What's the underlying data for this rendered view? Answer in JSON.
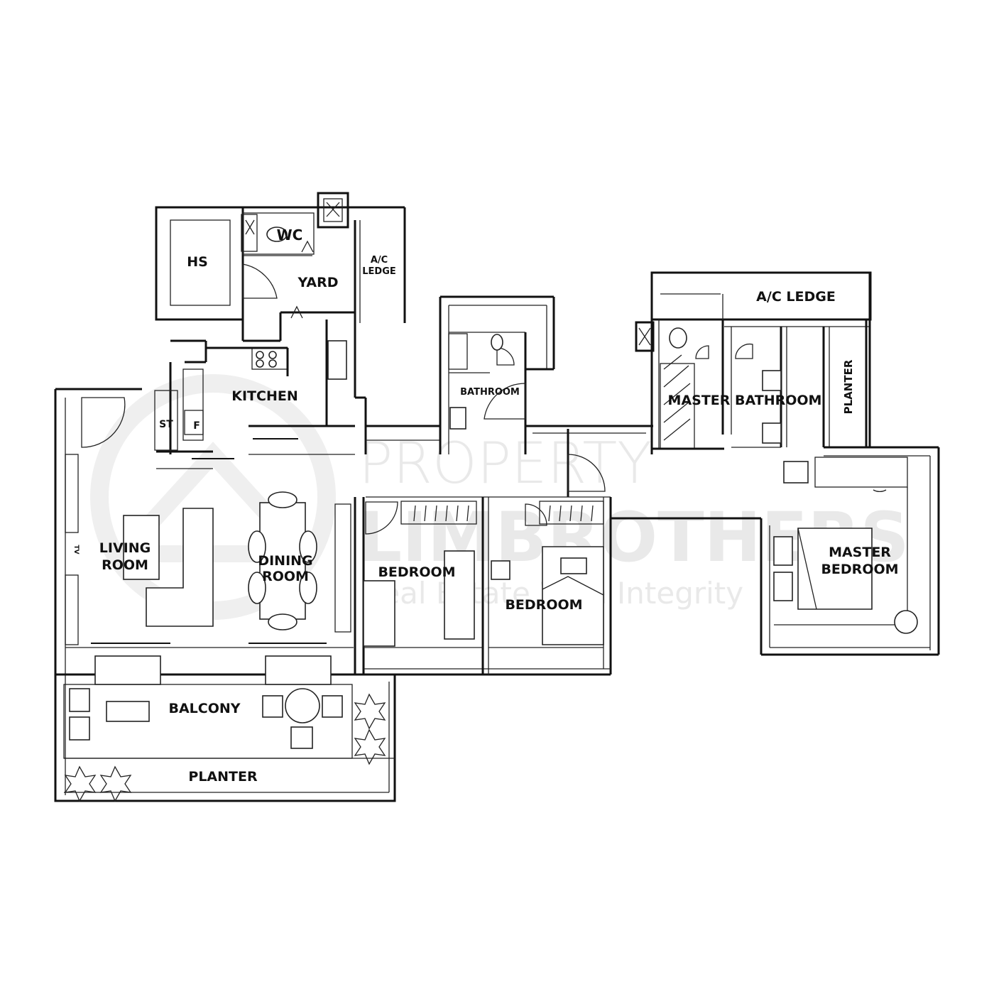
{
  "watermark": {
    "line1": "PROPERTY",
    "line2": "LIMBROTHERS",
    "line3": "Real Estate With Integrity"
  },
  "rooms": {
    "hs": "HS",
    "wc": "WC",
    "yard": "YARD",
    "ac_ledge_small_line1": "A/C",
    "ac_ledge_small_line2": "LEDGE",
    "kitchen": "KITCHEN",
    "st": "ST",
    "f": "F",
    "bathroom": "BATHROOM",
    "ac_ledge": "A/C LEDGE",
    "master_bathroom": "MASTER BATHROOM",
    "planter_vertical": "PLANTER",
    "living_line1": "LIVING",
    "living_line2": "ROOM",
    "tv": "TV",
    "dining_line1": "DINING",
    "dining_line2": "ROOM",
    "bedroom_1": "BEDROOM",
    "bedroom_2": "BEDROOM",
    "master_bedroom_line1": "MASTER",
    "master_bedroom_line2": "BEDROOM",
    "balcony": "BALCONY",
    "planter": "PLANTER"
  },
  "icons": [
    "flower-icon",
    "toilet-icon",
    "sink-icon",
    "stove-icon",
    "x-box-icon"
  ]
}
